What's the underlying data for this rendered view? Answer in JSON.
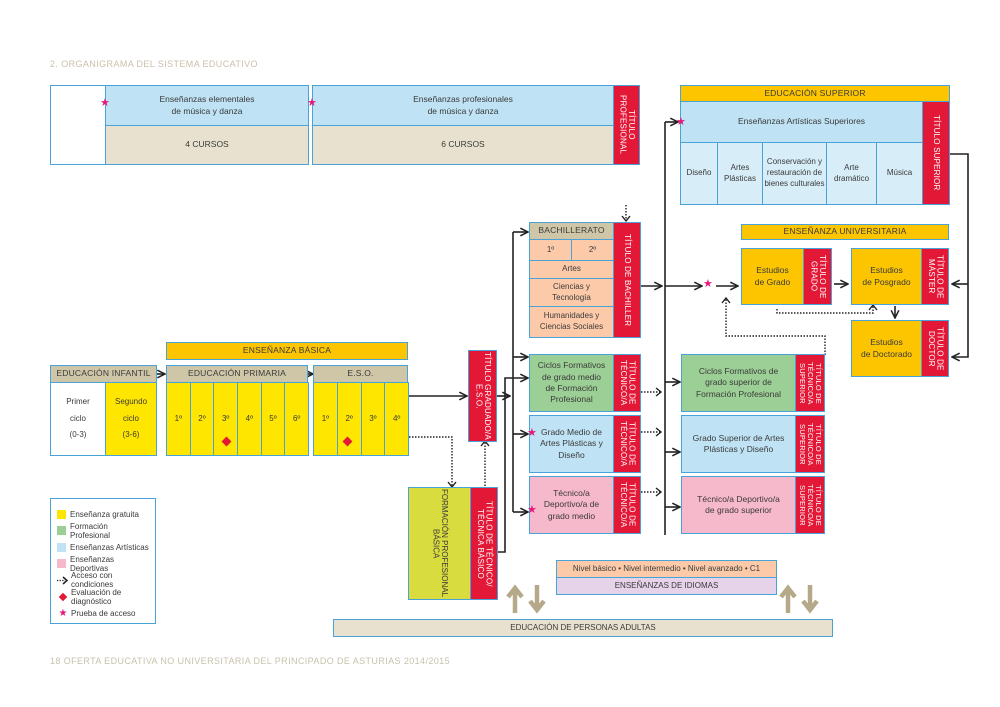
{
  "page": {
    "title": "2. ORGANIGRAMA DEL SISTEMA EDUCATIVO",
    "footer": "18   OFERTA EDUCATIVA NO UNIVERSITARIA DEL PRINCIPADO DE ASTURIAS 2014/2015"
  },
  "colors": {
    "gratuita": "#ffe600",
    "formacion_profesional": "#9ccf95",
    "artisticas": "#bfe3f4",
    "deportivas": "#f6b8cb",
    "titulo": "#e31837",
    "superior": "#fcc500",
    "star": "#e5197b",
    "border": "#4aa3d8"
  },
  "musica": {
    "elementales": "Enseñanzas elementales\nde música y danza",
    "elementales_cursos": "4 CURSOS",
    "profesionales": "Enseñanzas profesionales\nde música y danza",
    "profesionales_cursos": "6 CURSOS",
    "titulo": "TÍTULO PROFESIONAL"
  },
  "superior": {
    "header": "EDUCACIÓN SUPERIOR",
    "artisticas": "Enseñanzas Artísticas Superiores",
    "specialties": [
      "Diseño",
      "Artes Plásticas",
      "Conservación y restauración de bienes culturales",
      "Arte dramático",
      "Música"
    ],
    "titulo": "TÍTULO SUPERIOR"
  },
  "universitaria": {
    "header": "ENSEÑANZA UNIVERSITARIA",
    "grado": "Estudios\nde Grado",
    "grado_titulo": "TÍTULO DE GRADO",
    "posgrado": "Estudios\nde Posgrado",
    "posgrado_titulo": "TÍTULO DE MÁSTER",
    "doctorado": "Estudios\nde Doctorado",
    "doctorado_titulo": "TÍTULO DE DOCTOR"
  },
  "bachillerato": {
    "header": "BACHILLERATO",
    "courses": [
      "1º",
      "2º"
    ],
    "modalidades": [
      "Artes",
      "Ciencias y Tecnología",
      "Humanidades y Ciencias Sociales"
    ],
    "titulo": "TÍTULO DE BACHILLER"
  },
  "basica": {
    "header": "ENSEÑANZA BÁSICA",
    "infantil": {
      "header": "EDUCACIÓN INFANTIL",
      "primer_ciclo": "Primer\nciclo\n(0-3)",
      "segundo_ciclo": "Segundo\nciclo\n(3-6)"
    },
    "primaria": {
      "header": "EDUCACIÓN PRIMARIA",
      "courses": [
        "1º",
        "2º",
        "3º",
        "4º",
        "5º",
        "6º"
      ]
    },
    "eso": {
      "header": "E.S.O.",
      "courses": [
        "1º",
        "2º",
        "3º",
        "4º"
      ]
    },
    "titulo_eso": "TÍTULO GRADUADO/A E.S.O."
  },
  "fp_basica": {
    "label": "FORMACIÓN PROFESIONAL BÁSICA",
    "titulo": "TÍTULO DE TÉCNICO/ TÉCNICA BÁSICO"
  },
  "grado_medio": [
    {
      "label": "Ciclos Formativos\nde grado medio\nde Formación\nProfesional",
      "titulo": "TÍTULO DE TÉCNICO/A"
    },
    {
      "label": "Grado Medio de\nArtes Plásticas y\nDiseño",
      "titulo": "TÍTULO DE TÉCNICO/A"
    },
    {
      "label": "Técnico/a\nDeportivo/a de\ngrado medio",
      "titulo": "TÍTULO DE TÉCNICO/A"
    }
  ],
  "grado_superior": [
    {
      "label": "Ciclos Formativos de\ngrado superior de\nFormación Profesional",
      "titulo": "TÍTULO DE TÉCNICO/A SUPERIOR"
    },
    {
      "label": "Grado Superior de Artes\nPlásticas y Diseño",
      "titulo": "TÍTULO DE TÉCNICO/A SUPERIOR"
    },
    {
      "label": "Técnico/a Deportivo/a\nde grado superior",
      "titulo": "TÍTULO DE TÉCNICO/A SUPERIOR"
    }
  ],
  "idiomas": {
    "niveles": "Nivel básico • Nivel intermedio • Nivel avanzado • C1",
    "label": "ENSEÑANZAS DE IDIOMAS"
  },
  "adultos": {
    "label": "EDUCACIÓN DE PERSONAS ADULTAS"
  },
  "legend": {
    "items": [
      {
        "label": "Enseñanza gratuita",
        "icon": "yellow-swatch"
      },
      {
        "label": "Formación Profesional",
        "icon": "green-swatch"
      },
      {
        "label": "Enseñanzas Artísticas",
        "icon": "blue-swatch"
      },
      {
        "label": "Enseñanzas Deportivas",
        "icon": "pink-swatch"
      },
      {
        "label": "Acceso con condiciones",
        "icon": "dotted-arrow-icon"
      },
      {
        "label": "Evaluación de diagnóstico",
        "icon": "diamond-icon"
      },
      {
        "label": "Prueba de acceso",
        "icon": "star-icon"
      }
    ]
  }
}
